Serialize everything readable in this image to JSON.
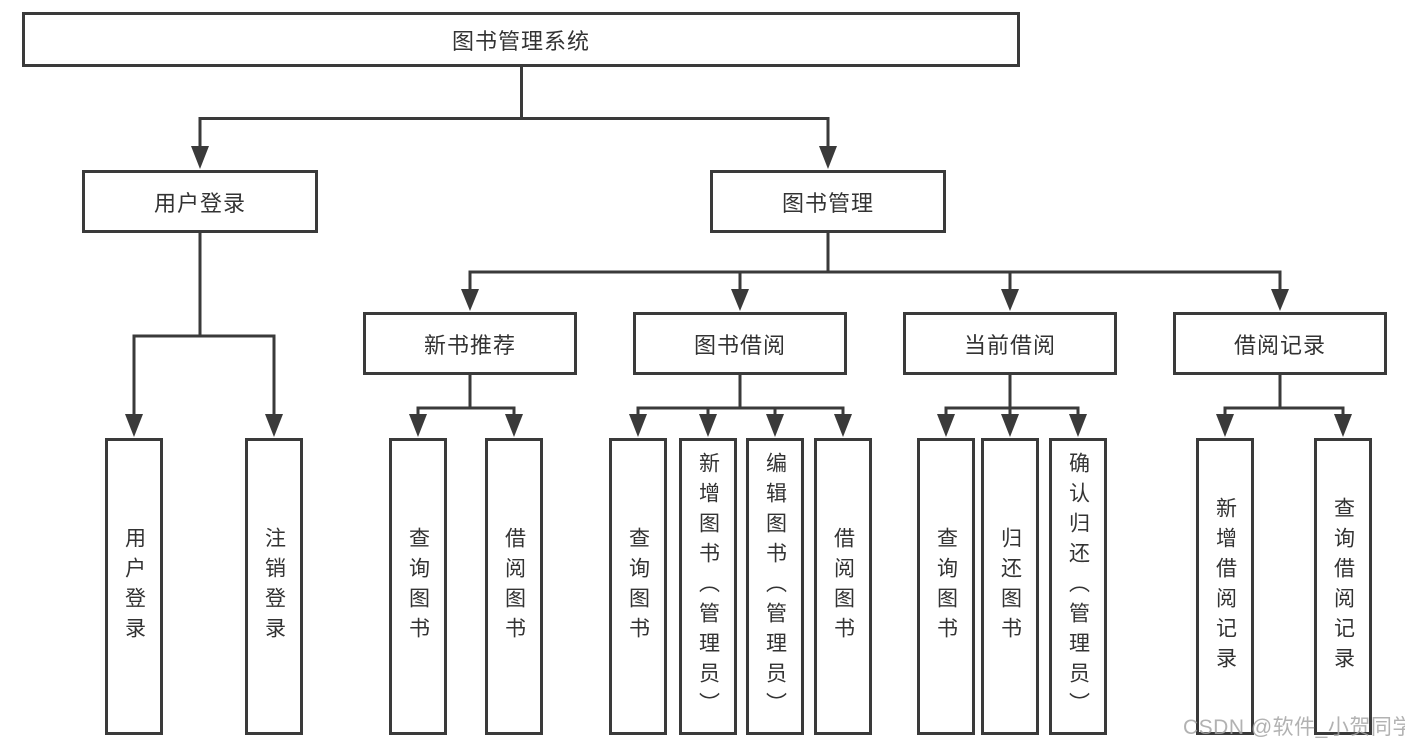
{
  "tree": {
    "label": "图书管理系统",
    "children": [
      {
        "label": "用户登录",
        "children": [
          {
            "label": "用户登录"
          },
          {
            "label": "注销登录"
          }
        ]
      },
      {
        "label": "图书管理",
        "children": [
          {
            "label": "新书推荐",
            "children": [
              {
                "label": "查询图书"
              },
              {
                "label": "借阅图书"
              }
            ]
          },
          {
            "label": "图书借阅",
            "children": [
              {
                "label": "查询图书"
              },
              {
                "label": "新增图书（管理员）"
              },
              {
                "label": "编辑图书（管理员）"
              },
              {
                "label": "借阅图书"
              }
            ]
          },
          {
            "label": "当前借阅",
            "children": [
              {
                "label": "查询图书"
              },
              {
                "label": "归还图书"
              },
              {
                "label": "确认归还（管理员）"
              }
            ]
          },
          {
            "label": "借阅记录",
            "children": [
              {
                "label": "新增借阅记录"
              },
              {
                "label": "查询借阅记录"
              }
            ]
          }
        ]
      }
    ]
  },
  "watermark": {
    "text": "CSDN @软件_小贺同学"
  },
  "colors": {
    "line": "#3a3a3a",
    "text": "#333333",
    "box_fill": "#ffffff",
    "watermark": "#a4a4a4"
  }
}
